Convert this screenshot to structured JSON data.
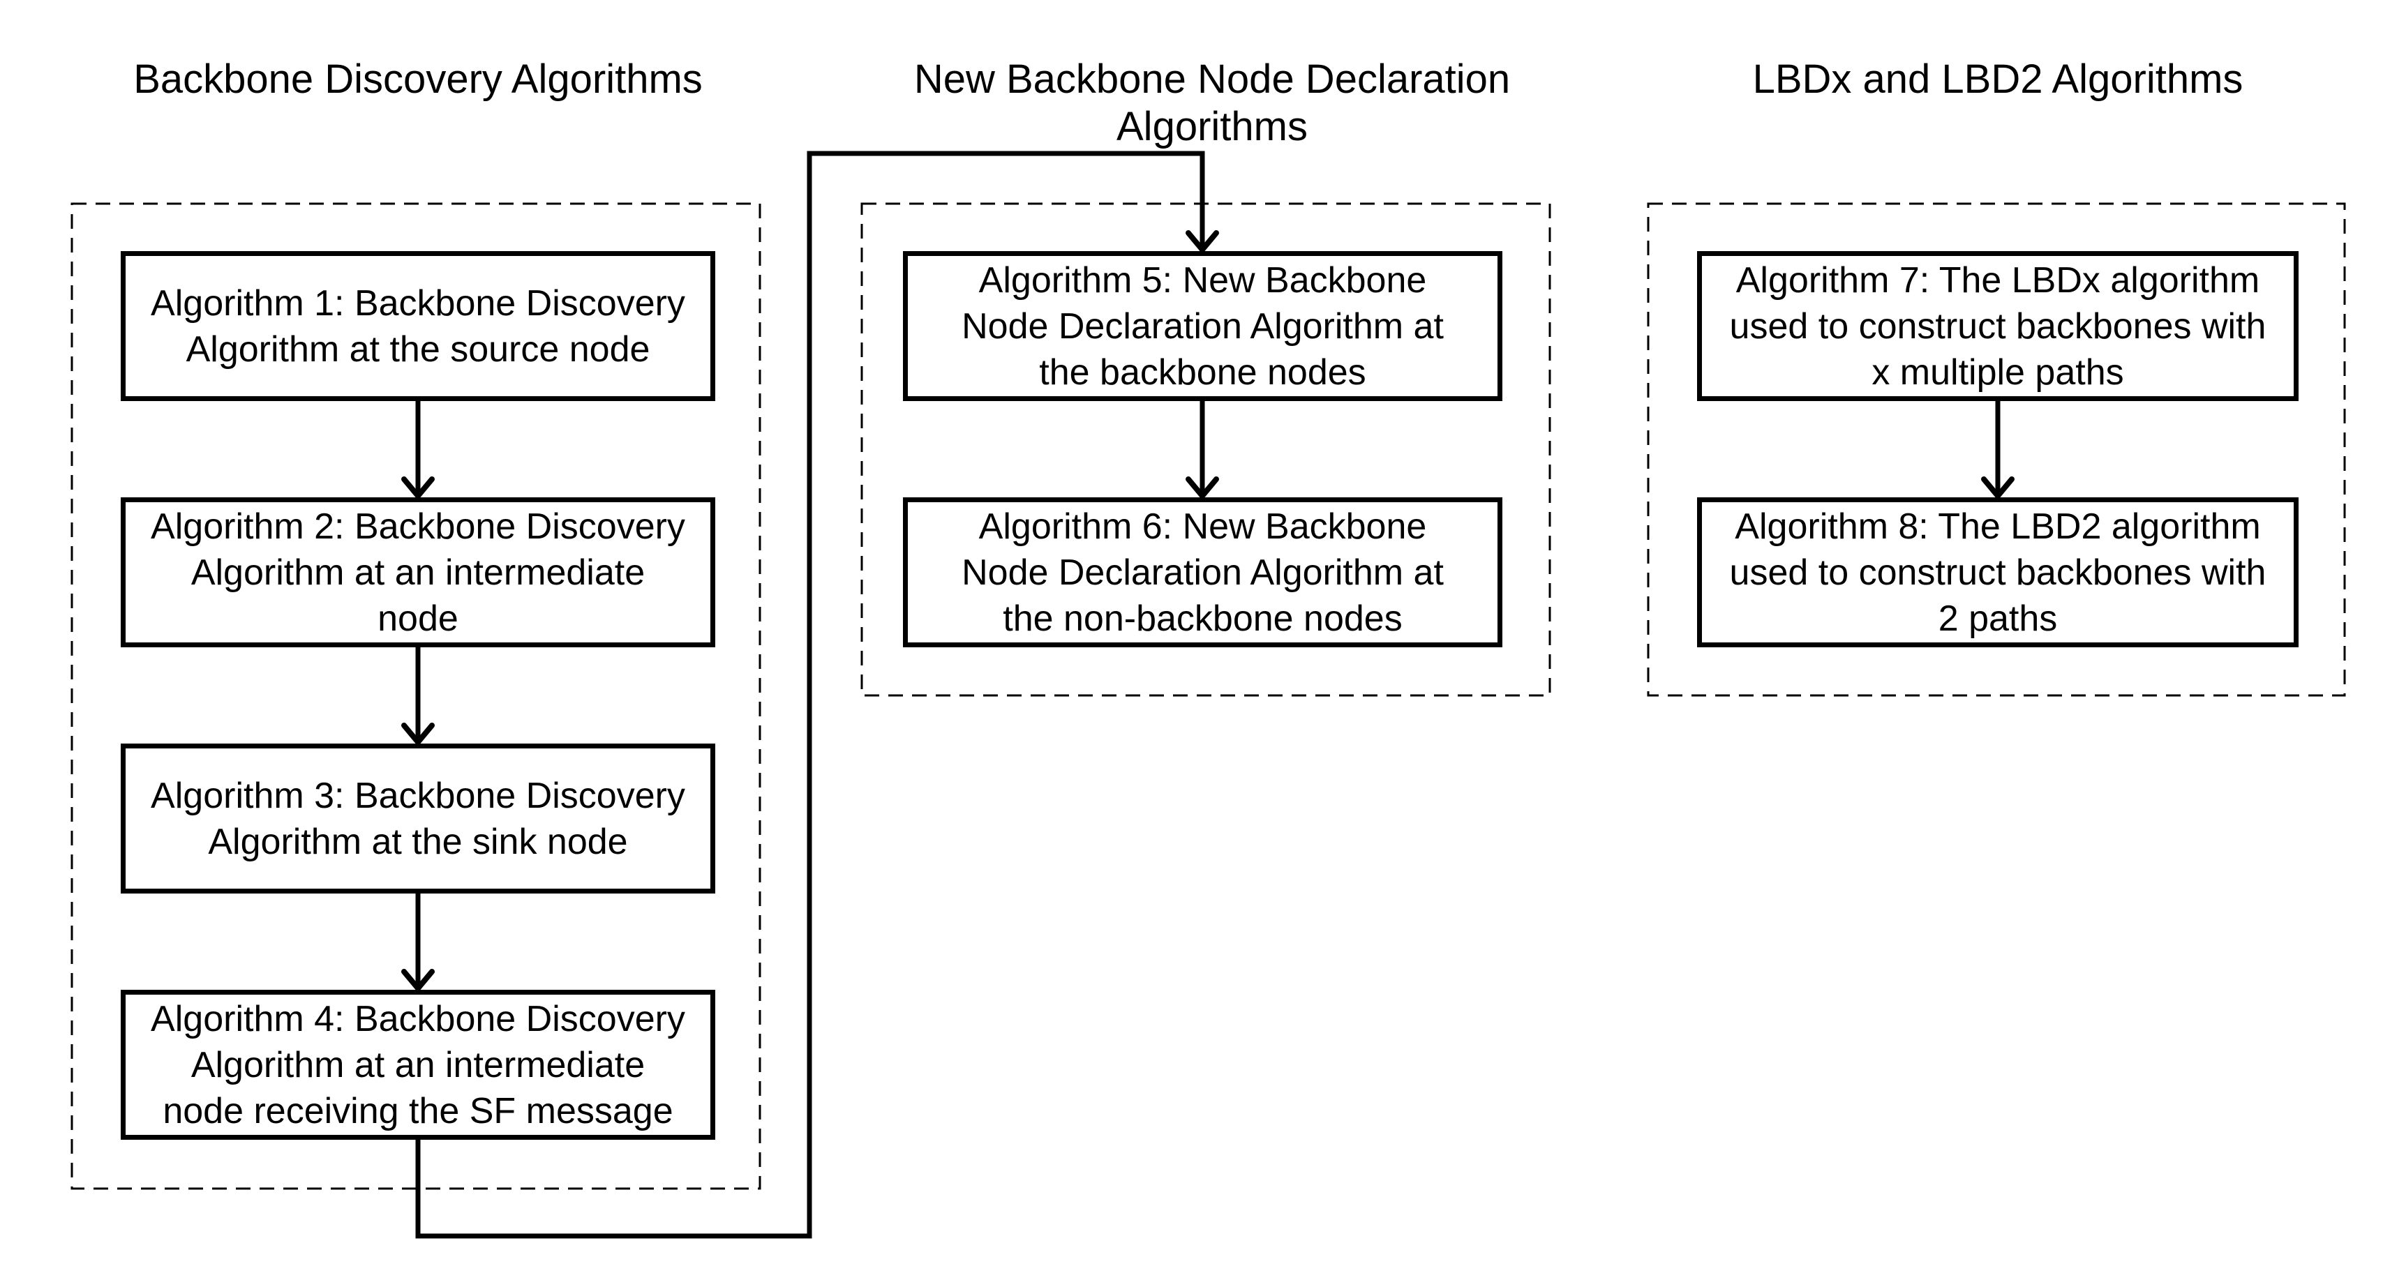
{
  "colors": {
    "ink": "#000000",
    "background": "#ffffff"
  },
  "groups": [
    {
      "title": "Backbone Discovery Algorithms"
    },
    {
      "title": "New Backbone Node Declaration\nAlgorithms"
    },
    {
      "title": "LBDx and LBD2 Algorithms"
    }
  ],
  "boxes": [
    {
      "label": "Algorithm 1: Backbone Discovery\nAlgorithm at the source node"
    },
    {
      "label": "Algorithm 2: Backbone Discovery\nAlgorithm at an intermediate\nnode"
    },
    {
      "label": "Algorithm 3: Backbone Discovery\nAlgorithm at the sink node"
    },
    {
      "label": "Algorithm 4: Backbone Discovery\nAlgorithm at an intermediate\nnode receiving the SF message"
    },
    {
      "label": "Algorithm 5: New Backbone\nNode Declaration Algorithm at\nthe backbone nodes"
    },
    {
      "label": "Algorithm 6: New Backbone\nNode Declaration Algorithm at\nthe non-backbone nodes"
    },
    {
      "label": "Algorithm 7: The LBDx algorithm\nused to construct backbones with\nx multiple paths"
    },
    {
      "label": "Algorithm 8: The LBD2 algorithm\nused to construct backbones with\n2 paths"
    }
  ],
  "connections": [
    {
      "from": "Algorithm 1",
      "to": "Algorithm 2"
    },
    {
      "from": "Algorithm 2",
      "to": "Algorithm 3"
    },
    {
      "from": "Algorithm 3",
      "to": "Algorithm 4"
    },
    {
      "from": "Algorithm 4",
      "to": "Algorithm 5"
    },
    {
      "from": "Algorithm 5",
      "to": "Algorithm 6"
    },
    {
      "from": "Algorithm 7",
      "to": "Algorithm 8"
    }
  ]
}
